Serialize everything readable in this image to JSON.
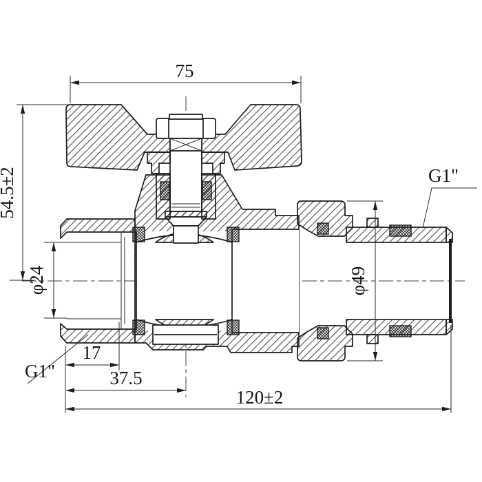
{
  "drawing": {
    "dimensions": {
      "handle_width": "75",
      "height": "54.5±2",
      "inlet_bore": "φ24",
      "union_od": "φ49",
      "thread_length": "17",
      "inlet_to_center": "37.5",
      "overall_length": "120±2",
      "inlet_thread": "G1\"",
      "outlet_thread": "G1\""
    },
    "colors": {
      "line": "#1c1c1c",
      "background": "#ffffff"
    }
  }
}
